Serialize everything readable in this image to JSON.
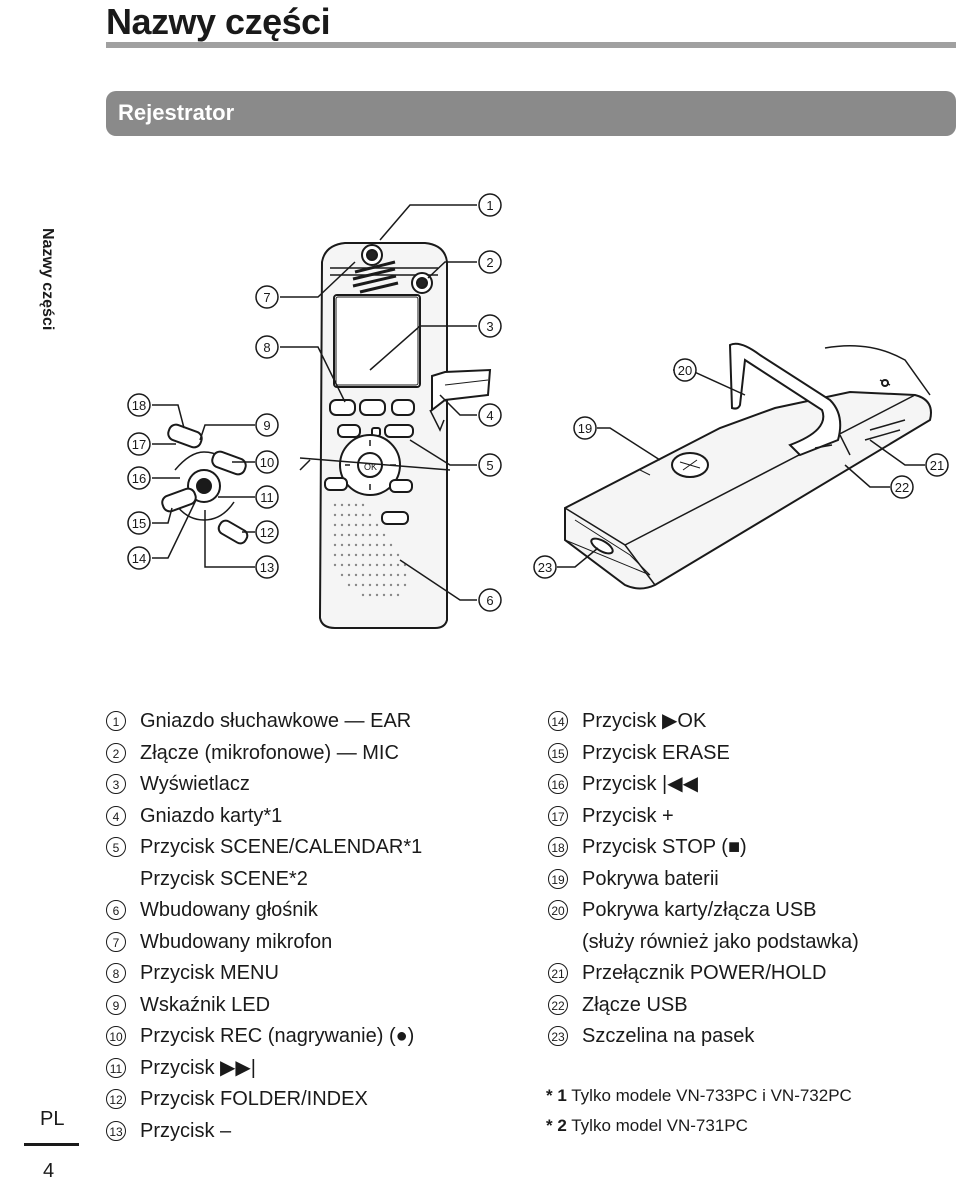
{
  "page": {
    "title": "Nazwy części",
    "section": "Rejestrator",
    "side_tab": "Nazwy części",
    "language": "PL",
    "page_number": "4"
  },
  "callouts": [
    "1",
    "2",
    "3",
    "4",
    "5",
    "6",
    "7",
    "8",
    "9",
    "10",
    "11",
    "12",
    "13",
    "14",
    "15",
    "16",
    "17",
    "18",
    "19",
    "20",
    "21",
    "22",
    "23"
  ],
  "parts_left": [
    {
      "num": "1",
      "text": "Gniazdo słuchawkowe — EAR"
    },
    {
      "num": "2",
      "text": "Złącze (mikrofonowe) — MIC"
    },
    {
      "num": "3",
      "text": "Wyświetlacz"
    },
    {
      "num": "4",
      "text": "Gniazdo karty*1"
    },
    {
      "num": "5",
      "text": "Przycisk SCENE/CALENDAR*1"
    },
    {
      "num": "",
      "text": "Przycisk SCENE*2"
    },
    {
      "num": "6",
      "text": "Wbudowany głośnik"
    },
    {
      "num": "7",
      "text": "Wbudowany mikrofon"
    },
    {
      "num": "8",
      "text": "Przycisk MENU"
    },
    {
      "num": "9",
      "text": "Wskaźnik LED"
    },
    {
      "num": "10",
      "text": "Przycisk REC (nagrywanie) (●)"
    },
    {
      "num": "11",
      "text": "Przycisk ▶▶|"
    },
    {
      "num": "12",
      "text": "Przycisk FOLDER/INDEX"
    },
    {
      "num": "13",
      "text": "Przycisk –"
    }
  ],
  "parts_right": [
    {
      "num": "14",
      "text": "Przycisk ▶OK"
    },
    {
      "num": "15",
      "text": "Przycisk ERASE"
    },
    {
      "num": "16",
      "text": "Przycisk |◀◀"
    },
    {
      "num": "17",
      "text": "Przycisk +"
    },
    {
      "num": "18",
      "text": "Przycisk STOP (■)"
    },
    {
      "num": "19",
      "text": "Pokrywa baterii"
    },
    {
      "num": "20",
      "text": "Pokrywa karty/złącza USB"
    },
    {
      "num": "",
      "text": "(służy również jako podstawka)"
    },
    {
      "num": "21",
      "text": "Przełącznik POWER/HOLD"
    },
    {
      "num": "22",
      "text": "Złącze USB"
    },
    {
      "num": "23",
      "text": "Szczelina na pasek"
    }
  ],
  "notes": [
    {
      "mark": "* 1",
      "text": "Tylko modele VN-733PC i VN-732PC"
    },
    {
      "mark": "* 2",
      "text": "Tylko model VN-731PC"
    }
  ]
}
